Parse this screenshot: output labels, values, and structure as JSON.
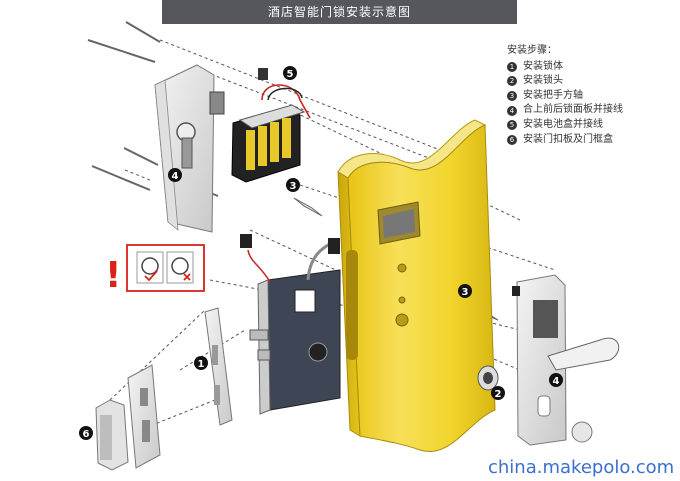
{
  "title": "酒店智能门锁安装示意图",
  "steps": {
    "heading": "安装步骤：",
    "items": [
      {
        "num": "1",
        "text": "安装锁体"
      },
      {
        "num": "2",
        "text": "安装锁头"
      },
      {
        "num": "3",
        "text": "安装把手方轴"
      },
      {
        "num": "4",
        "text": "合上前后锁面板并接线"
      },
      {
        "num": "5",
        "text": "安装电池盒并接线"
      },
      {
        "num": "6",
        "text": "安装门扣板及门框盒"
      }
    ]
  },
  "callouts": {
    "c1": "1",
    "c2": "2",
    "c3a": "3",
    "c3b": "3",
    "c4a": "4",
    "c4b": "4",
    "c5": "5",
    "c6": "6"
  },
  "warning": {
    "mark": "!"
  },
  "watermark": "china.makepolo.com",
  "colors": {
    "door": "#f2d52c",
    "door_shade": "#d9b90f",
    "warning": "#d9221b",
    "title_bg": "#55575c",
    "watermark": "#3a6fd0"
  }
}
